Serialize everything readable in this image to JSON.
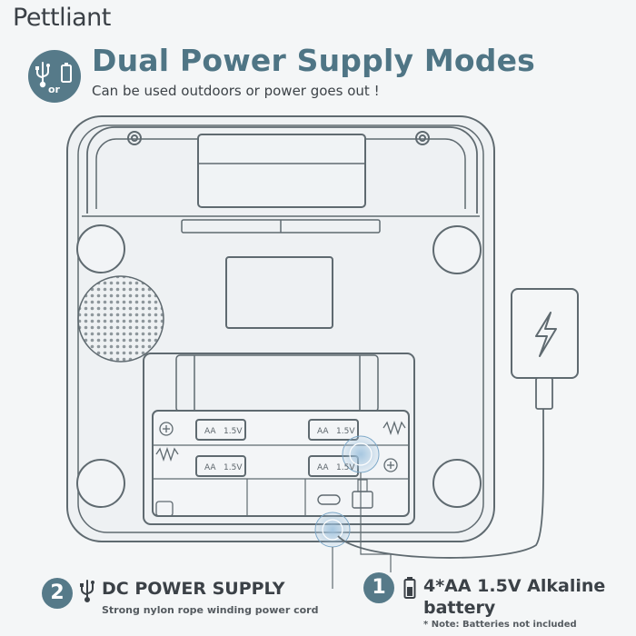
{
  "brand": "Pettliant",
  "header": {
    "badge_or": "or",
    "title": "Dual Power Supply Modes",
    "subtitle": "Can be used outdoors or power goes out !"
  },
  "battery_labels": [
    "AA",
    "1.5V"
  ],
  "dc": {
    "number": "2",
    "title": "DC POWER SUPPLY",
    "subtitle": "Strong nylon rope winding power cord"
  },
  "battery": {
    "number": "1",
    "title": "4*AA 1.5V Alkaline battery",
    "note": "* Note: Batteries not included"
  },
  "colors": {
    "accent": "#567a89",
    "line": "#5f6a70",
    "highlight": "#9ec2de"
  },
  "icons": [
    "usb-icon",
    "battery-icon",
    "lightning-icon",
    "speaker-grille-icon"
  ]
}
